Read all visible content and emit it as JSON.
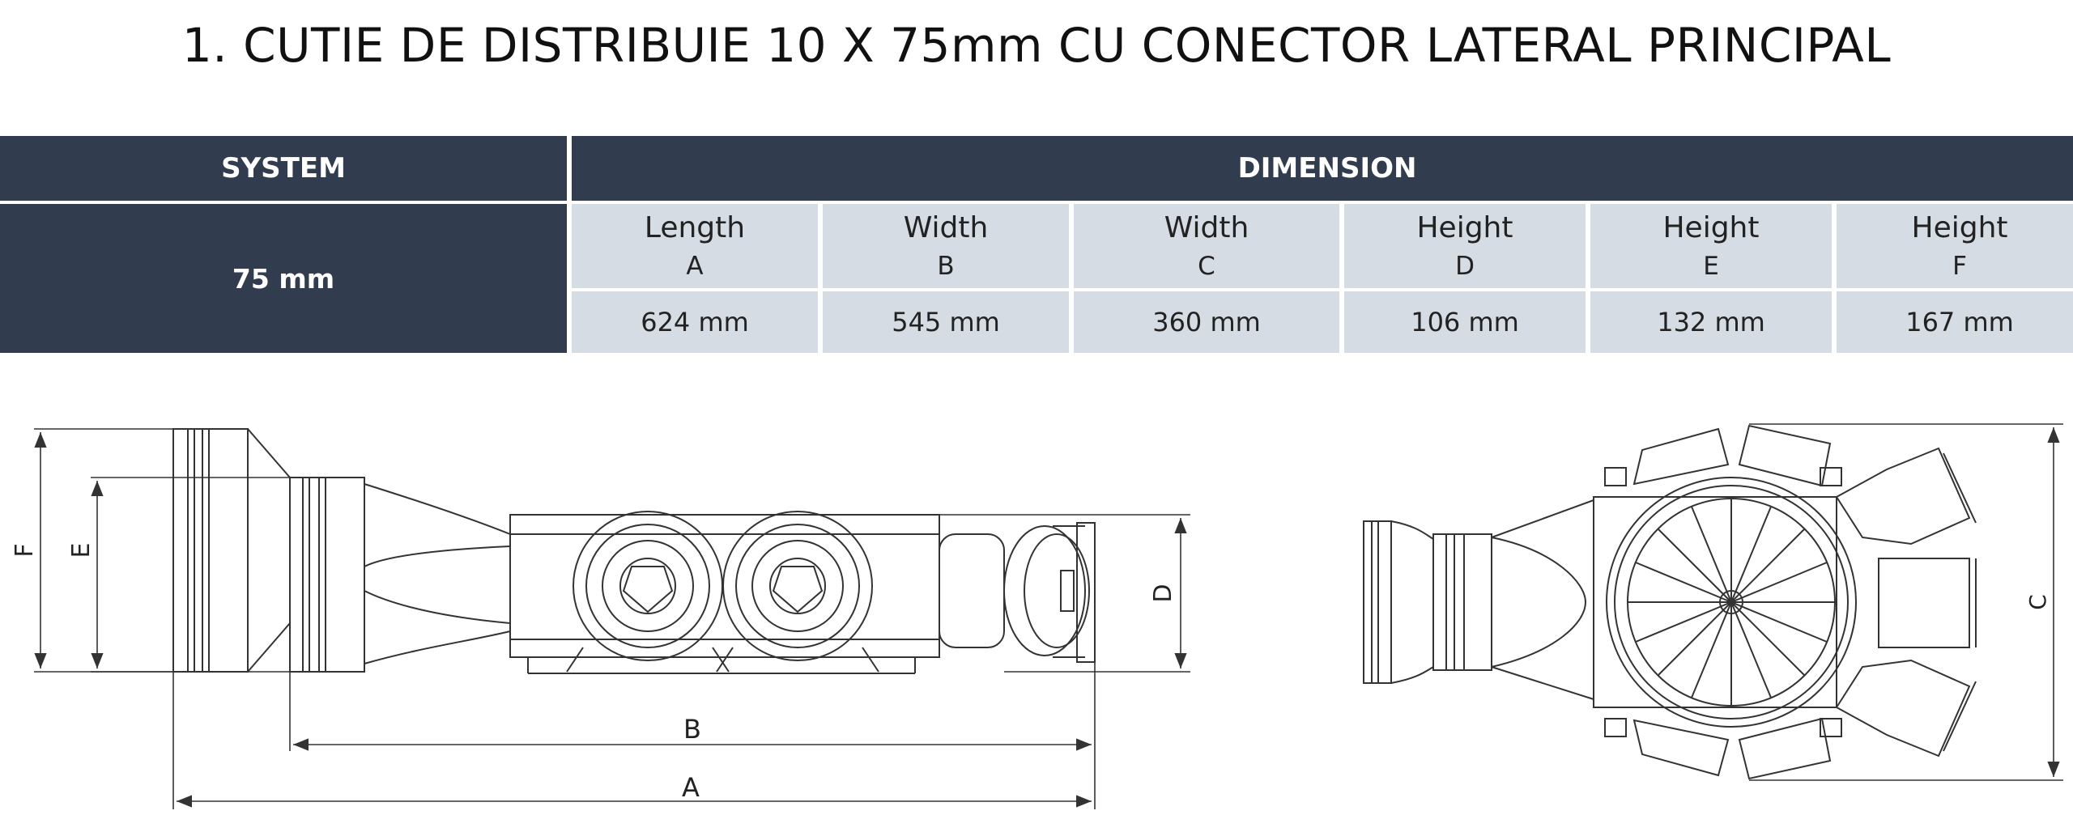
{
  "title": "1. CUTIE DE DISTRIBUIE 10 X 75mm CU CONECTOR LATERAL PRINCIPAL",
  "table": {
    "system_header": "SYSTEM",
    "dimension_header": "DIMENSION",
    "system_value": "75 mm",
    "columns": [
      {
        "name": "Length",
        "letter": "A",
        "value": "624 mm"
      },
      {
        "name": "Width",
        "letter": "B",
        "value": "545 mm"
      },
      {
        "name": "Width",
        "letter": "C",
        "value": "360 mm"
      },
      {
        "name": "Height",
        "letter": "D",
        "value": "106 mm"
      },
      {
        "name": "Height",
        "letter": "E",
        "value": "132 mm"
      },
      {
        "name": "Height",
        "letter": "F",
        "value": "167 mm"
      }
    ]
  },
  "drawing": {
    "side_labels": {
      "a": "A",
      "b": "B",
      "d": "D",
      "e": "E",
      "f": "F"
    },
    "top_labels": {
      "c": "C"
    }
  },
  "colors": {
    "header_bg": "#313c4f",
    "cell_bg": "#d5dce3",
    "line": "#333333"
  }
}
